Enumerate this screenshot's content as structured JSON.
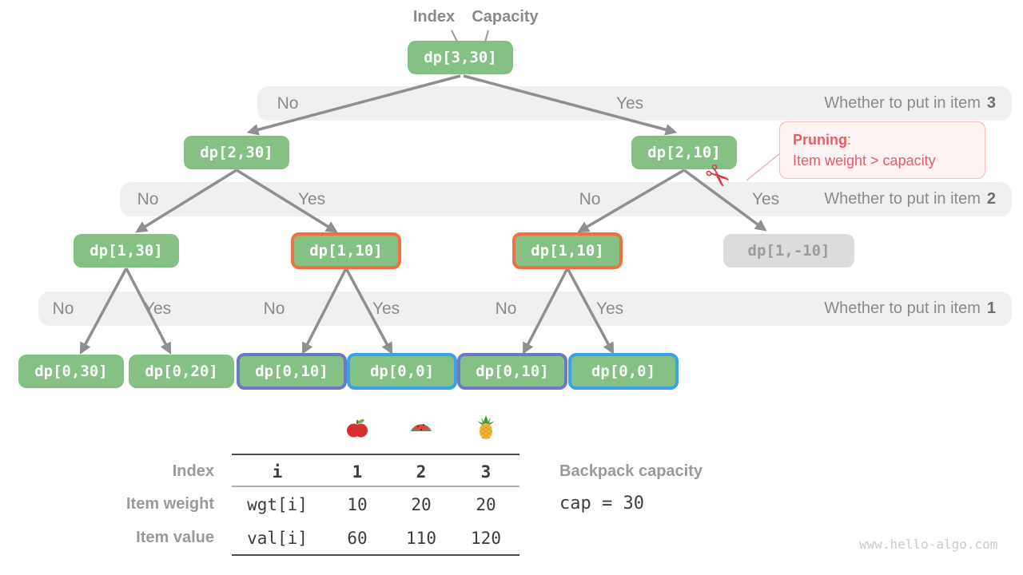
{
  "pointer_labels": {
    "index": "Index",
    "capacity": "Capacity"
  },
  "labels": {
    "no": "No",
    "yes": "Yes"
  },
  "bands": [
    {
      "title": "Whether to put in item",
      "item": "3"
    },
    {
      "title": "Whether to put in item",
      "item": "2"
    },
    {
      "title": "Whether to put in item",
      "item": "1"
    }
  ],
  "nodes": {
    "root": "dp[3,30]",
    "l2_no": "dp[2,30]",
    "l2_yes": "dp[2,10]",
    "l1_a": "dp[1,30]",
    "l1_b": "dp[1,10]",
    "l1_c": "dp[1,10]",
    "l1_pruned": "dp[1,-10]",
    "l0_a": "dp[0,30]",
    "l0_b": "dp[0,20]",
    "l0_c": "dp[0,10]",
    "l0_d": "dp[0,0]",
    "l0_e": "dp[0,10]",
    "l0_f": "dp[0,0]"
  },
  "pruning": {
    "title": "Pruning",
    "colon": ":",
    "reason": "Item weight > capacity",
    "scissors_icon": "✂"
  },
  "table": {
    "fruits": [
      "apple",
      "watermelon",
      "pineapple"
    ],
    "rows": [
      {
        "label": "Index",
        "code": "i",
        "values": [
          "1",
          "2",
          "3"
        ]
      },
      {
        "label": "Item weight",
        "code": "wgt[i]",
        "values": [
          "10",
          "20",
          "20"
        ]
      },
      {
        "label": "Item value",
        "code": "val[i]",
        "values": [
          "60",
          "110",
          "120"
        ]
      }
    ]
  },
  "capacity_info": {
    "label": "Backpack capacity",
    "code": "cap = 30"
  },
  "watermark": "www.hello-algo.com",
  "colors": {
    "node_green": "#85c085",
    "node_gray": "#dcdcdc",
    "border_orange": "#ef7140",
    "border_purple": "#6d78c5",
    "border_blue": "#3aa2e6",
    "band_bg": "#f0f0f0",
    "arrow_gray": "#8f8f8f",
    "pruning_red": "#ee5a64"
  }
}
